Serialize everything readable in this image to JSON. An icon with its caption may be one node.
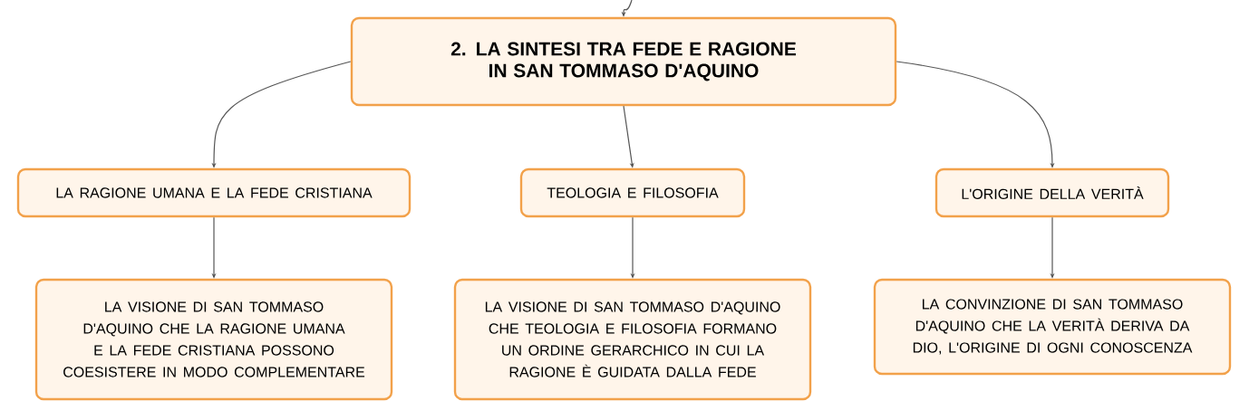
{
  "diagram": {
    "nodes": [
      {
        "text": [
          "2. LA SINTESI TRA FEDE E RAGIONE IN SAN TOMMASO D'AQUINO"
        ]
      },
      {
        "text": [
          "LA RAGIONE UMANA E LA FEDE CRISTIANA"
        ]
      },
      {
        "text": [
          "TEOLOGIA E FILOSOFIA"
        ]
      },
      {
        "text": [
          "L'ORIGINE DELLA VERITÀ"
        ]
      },
      {
        "text": [
          "LA VISIONE DI SAN TOMMASO D'AQUINO CHE LA RAGIONE UMANA E LA FEDE CRISTIANA POSSONO COESISTERE IN MODO COMPLEMENTARE"
        ]
      },
      {
        "text": [
          "LA VISIONE DI SAN TOMMASO D'AQUINO CHE TEOLOGIA E FILOSOFIA FORMANO UN ORDINE GERARCHICO IN CUI LA RAGIONE È GUIDATA DALLA FEDE"
        ]
      },
      {
        "text": [
          "LA CONVINZIONE DI SAN TOMMASO D'AQUINO CHE LA VERITÀ DERIVA DA DIO, L'ORIGINE DI OGNI CONOSCENZA"
        ]
      }
    ],
    "edges": [
      {
        "from": null,
        "to": 0,
        "arrow": "to"
      },
      {
        "from": 0,
        "to": 1,
        "arrow": "to"
      },
      {
        "from": 0,
        "to": 2,
        "arrow": "to"
      },
      {
        "from": 0,
        "to": 3,
        "arrow": "to"
      },
      {
        "from": 1,
        "to": 4,
        "arrow": "to"
      },
      {
        "from": 2,
        "to": 5,
        "arrow": "to"
      },
      {
        "from": 3,
        "to": 6,
        "arrow": "to"
      }
    ]
  }
}
